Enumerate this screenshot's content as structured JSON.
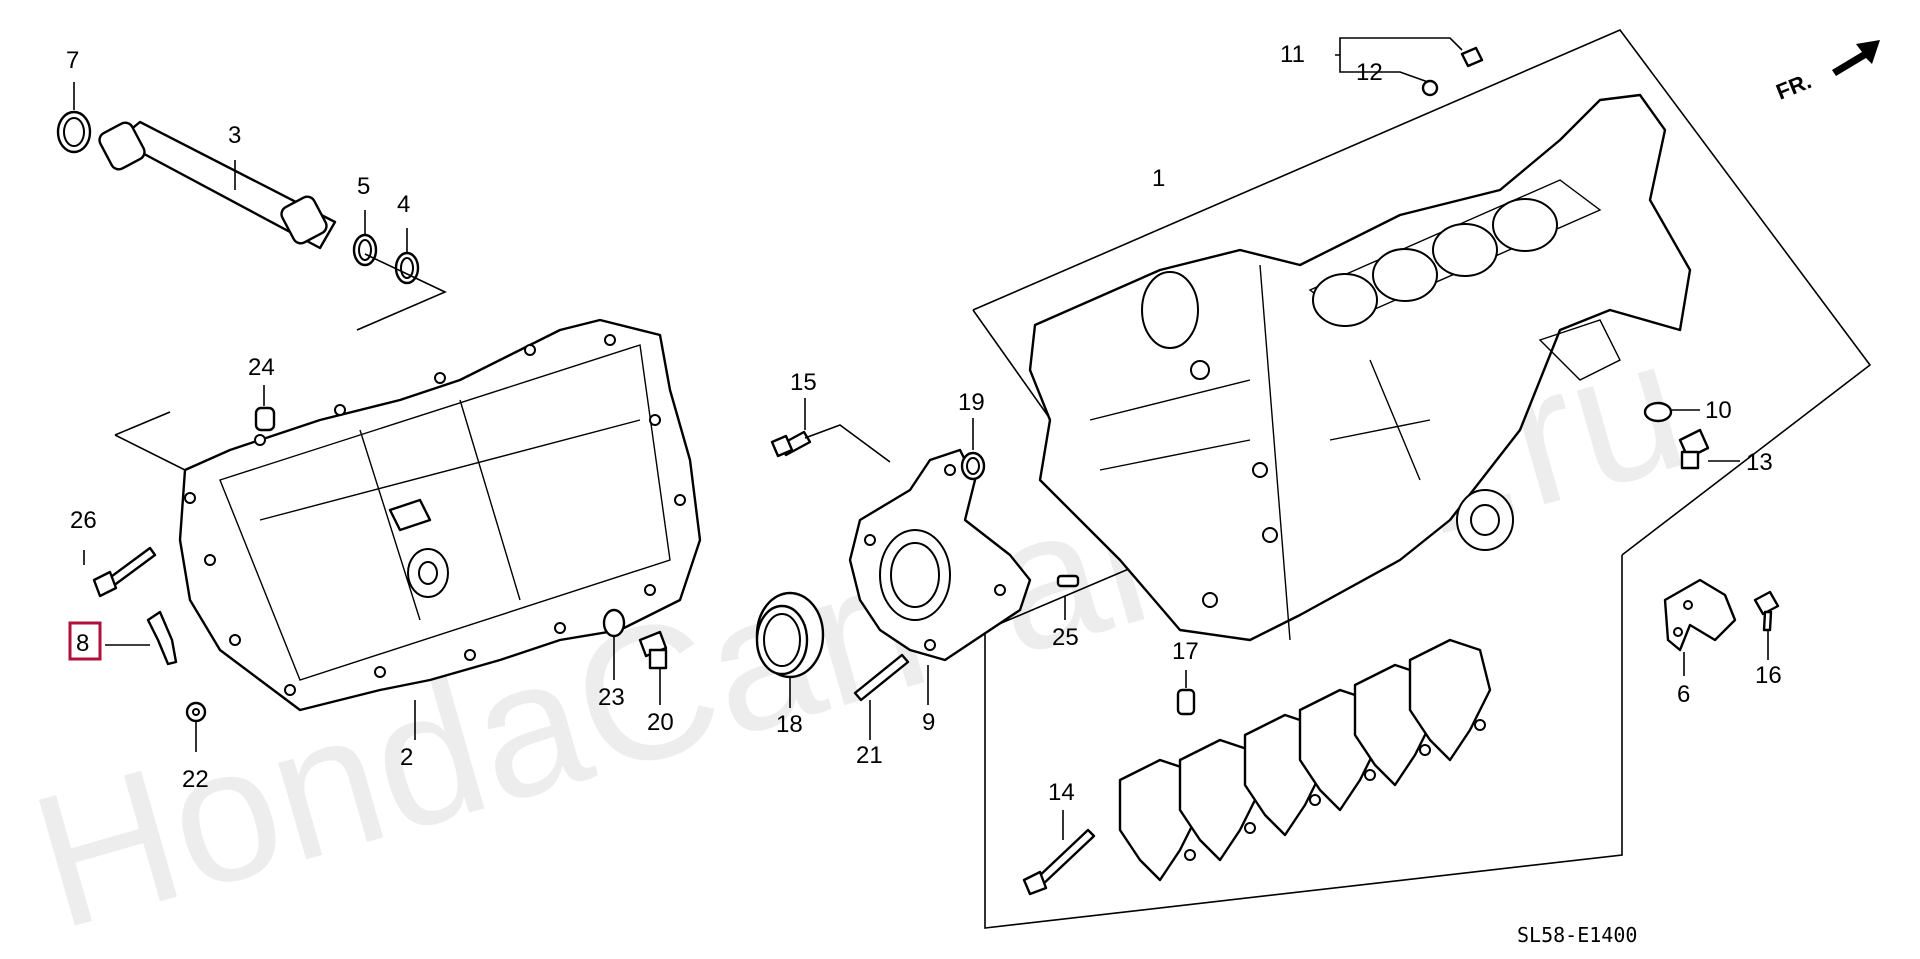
{
  "watermark": "HondaCarPartsFr.ru",
  "diagram_code": "SL58-E1400",
  "direction_label": "FR.",
  "highlighted_callout": "8",
  "callouts": {
    "c1": "1",
    "c2": "2",
    "c3": "3",
    "c4": "4",
    "c5": "5",
    "c6": "6",
    "c7": "7",
    "c8": "8",
    "c9": "9",
    "c10": "10",
    "c11": "11",
    "c12": "12",
    "c13": "13",
    "c14": "14",
    "c15": "15",
    "c16": "16",
    "c17": "17",
    "c18": "18",
    "c19": "19",
    "c20": "20",
    "c21": "21",
    "c22": "22",
    "c23": "23",
    "c24": "24",
    "c25": "25",
    "c26": "26"
  }
}
